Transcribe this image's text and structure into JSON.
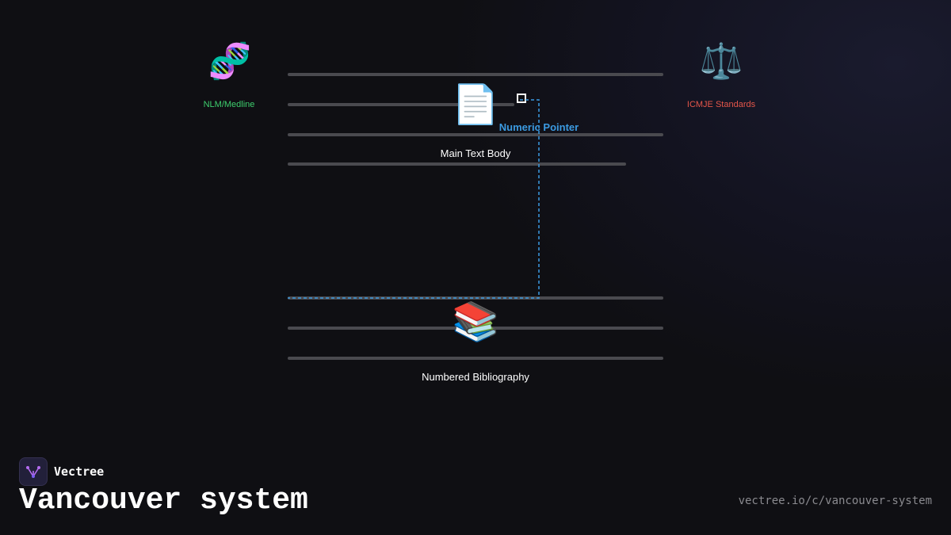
{
  "diagram": {
    "nodes": {
      "nlm": {
        "icon": "🧬",
        "label": "NLM/Medline",
        "color": "#3ecf6e"
      },
      "icmje": {
        "icon": "⚖️",
        "label": "ICMJE Standards",
        "color": "#e5564a"
      },
      "main_text": {
        "icon": "📄",
        "label": "Main Text Body",
        "color": "#ffffff"
      },
      "pointer": {
        "label": "Numeric Pointer",
        "color": "#3b9ae1"
      },
      "bibliography": {
        "icon": "📚",
        "label": "Numbered Bibliography",
        "color": "#ffffff"
      }
    },
    "connector_color": "#3b9ae1"
  },
  "brand": {
    "name": "Vectree"
  },
  "title": "Vancouver system",
  "url": "vectree.io/c/vancouver-system"
}
